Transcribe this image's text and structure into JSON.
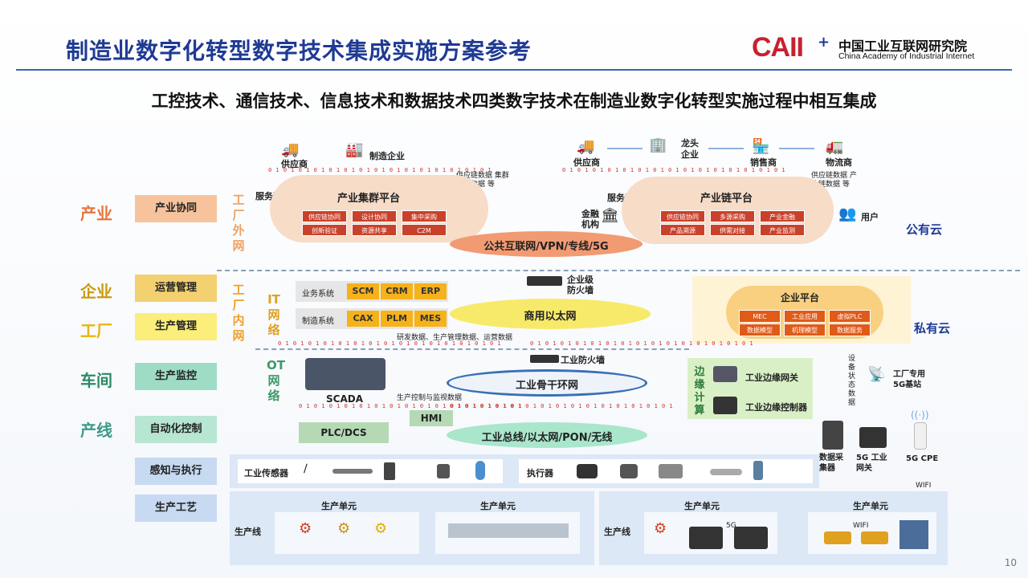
{
  "header": {
    "title": "制造业数字化转型数字技术集成实施方案参考",
    "logo_mark": "CAII",
    "logo_plus": "+",
    "logo_cn": "中国工业互联网研究院",
    "logo_en": "China Academy of Industrial Internet",
    "subtitle": "工控技术、通信技术、信息技术和数据技术四类数字技术在制造业数字化转型实施过程中相互集成"
  },
  "levels": [
    {
      "name": "产业",
      "box": "产业协同",
      "color": "#e8743b",
      "box_color": "#f7c39c"
    },
    {
      "name": "企业",
      "box": "运营管理",
      "color": "#c99a10",
      "box_color": "#f3d070"
    },
    {
      "name": "工厂",
      "box": "生产管理",
      "color": "#e8b400",
      "box_color": "#fbee7a"
    },
    {
      "name": "车间",
      "box": "生产监控",
      "color": "#2c8a64",
      "box_color": "#9edcc6"
    },
    {
      "name": "产线",
      "box": "自动化控制",
      "color": "#3c9a8a",
      "box_color": "#b7e6d2"
    },
    {
      "name": "",
      "box": "感知与执行",
      "color": "#2a66b0",
      "box_color": "#c7daf2"
    },
    {
      "name": "",
      "box": "生产工艺",
      "color": "#2a66b0",
      "box_color": "#c7daf2"
    }
  ],
  "zones": {
    "outside": "工厂外网",
    "inside": "工厂内网",
    "it": "IT网络",
    "ot": "OT网络",
    "public_cloud": "公有云",
    "private_cloud": "私有云"
  },
  "industry_left": {
    "supplier": "供应商",
    "manufacturer": "制造企业",
    "service": "服务商",
    "platform": "产业集群平台",
    "cells": [
      "供应链协同",
      "设计协同",
      "集中采购",
      "创新验证",
      "资源共享",
      "C2M"
    ],
    "flow_note": "供应链数据 集群资源数据 等"
  },
  "industry_right": {
    "supplier": "供应商",
    "leader": "龙头企业",
    "seller": "销售商",
    "logistics": "物流商",
    "service": "服务商",
    "finance": "金融机构",
    "user": "用户",
    "platform": "产业链平台",
    "cells": [
      "供应链协同",
      "多源采购",
      "产业金融",
      "产品溯源",
      "供需对接",
      "产业监测"
    ],
    "flow_note": "供应链数据 产业链数据 等"
  },
  "networks": {
    "public": "公共互联网/VPN/专线/5G",
    "enterprise": "商用以太网",
    "backbone": "工业骨干环网",
    "fieldbus": "工业总线/以太网/PON/无线",
    "enterprise_firewall": "企业级防火墙",
    "industrial_firewall": "工业防火墙"
  },
  "it_systems": {
    "business_label": "业务系统",
    "business": [
      "SCM",
      "CRM",
      "ERP"
    ],
    "mfg_label": "制造系统",
    "mfg": [
      "CAX",
      "PLM",
      "MES"
    ],
    "data_note": "研发数据、生产管理数据、运营数据"
  },
  "enterprise_platform": {
    "title": "企业平台",
    "cells": [
      "MEC",
      "工业应用",
      "虚拟PLC",
      "数据模型",
      "机理模型",
      "数据服务"
    ]
  },
  "ot": {
    "scada": "SCADA",
    "hmi": "HMI",
    "plc": "PLC/DCS",
    "control_note": "生产控制与监视数据",
    "edge_title": "边缘计算",
    "edge_gateway": "工业边缘网关",
    "edge_controller": "工业边缘控制器",
    "device_note": "设备状态数据",
    "station": "工厂专用5G基站",
    "collector": "数据采集器",
    "gateway5g": "5G 工业网关",
    "cpe": "5G CPE",
    "wifi": "WIFI"
  },
  "perception": {
    "sensor": "工业传感器",
    "actuator": "执行器"
  },
  "production": {
    "unit": "生产单元",
    "line": "生产线",
    "tag_5g": "5G",
    "tag_wifi": "WIFI"
  },
  "binary": "0 1 0 1 0 1 0 1 0 1 0 1 0 1 0 1 0 1 0 1 0 1 0 1 0 1 0 1 0 1",
  "page_number": "10"
}
